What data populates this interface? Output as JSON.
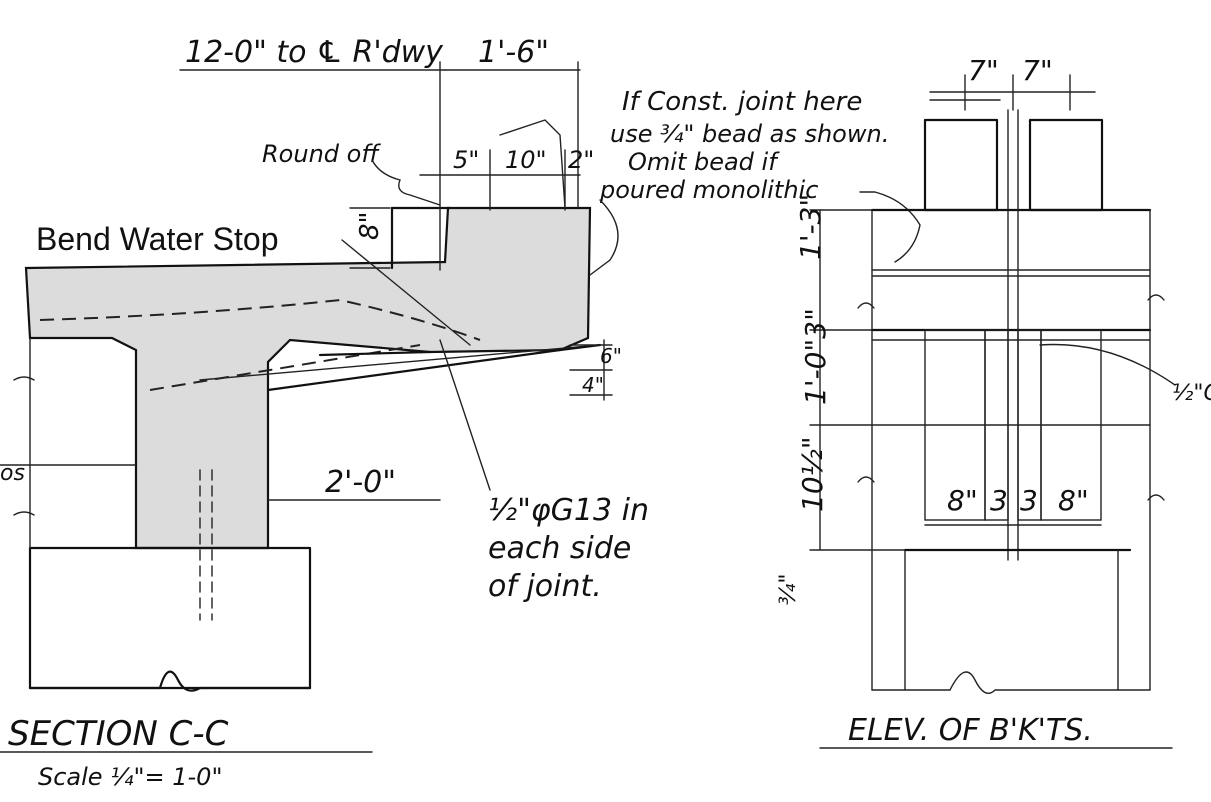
{
  "section_cc": {
    "title": "SECTION C-C",
    "scale": "Scale ¼\"= 1-0\"",
    "dim_roadway": "12-0\" to ℄ R'dwy",
    "dim_curb": "1'-6\"",
    "round_off": "Round off",
    "dim_5": "5\"",
    "dim_10": "10\"",
    "dim_2": "2\"",
    "dim_8": "8\"",
    "dim_6": "6\"",
    "dim_4": "4\"",
    "bend_water_stop": "Bend Water Stop",
    "dim_2_0": "2'-0\"",
    "rebar_note": [
      "½\"φG13 in",
      "each side",
      "of joint."
    ],
    "edge_label": "os"
  },
  "const_joint_note": [
    "If Const. joint here",
    "use ¾\" bead as shown.",
    "Omit bead if",
    "poured monolithic"
  ],
  "elevation": {
    "title": "ELEV. OF B'K'TS.",
    "dim_7a": "7\"",
    "dim_7b": "7\"",
    "dim_1_3": "1'-3\"",
    "dim_1_0_3": "1'-0\"3\"",
    "dim_10_5": "10½\"",
    "dim_3_4": "¾\"",
    "dim_8a": "8\"",
    "dim_3a": "3",
    "dim_3b": "3",
    "dim_8b": "8\"",
    "edge_label": "½\"C"
  }
}
